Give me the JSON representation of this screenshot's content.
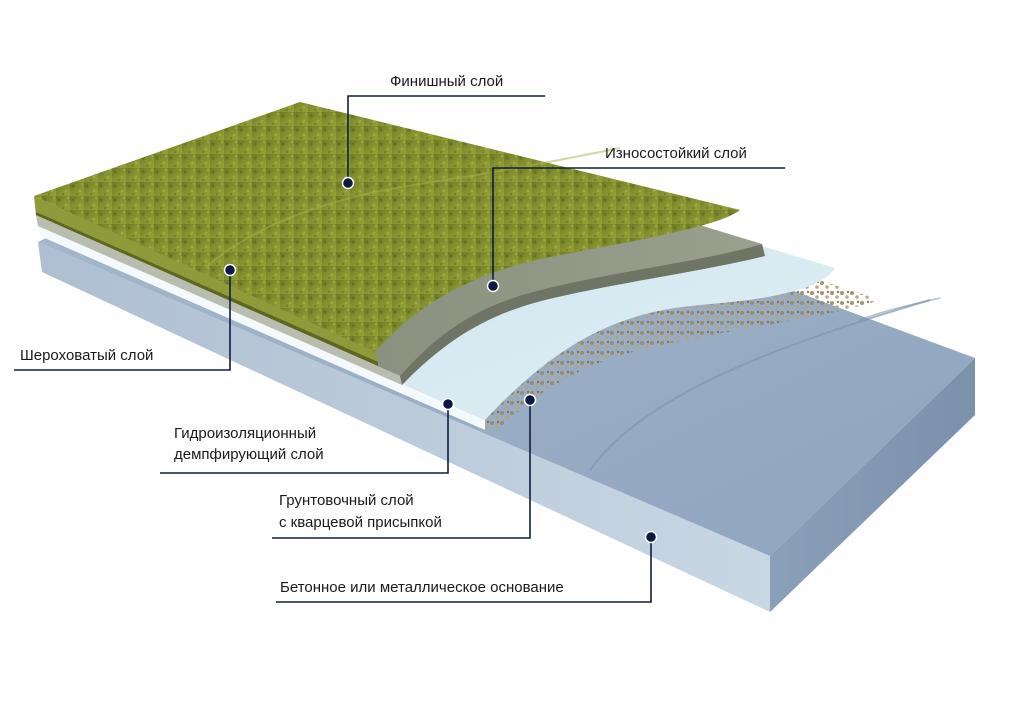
{
  "labels": {
    "finish": "Финишный слой",
    "wear": "Износостойкий слой",
    "rough": "Шероховатый слой",
    "waterproof_1": "Гидроизоляционный",
    "waterproof_2": "демпфирующий слой",
    "primer_1": "Грунтовочный слой",
    "primer_2": "с кварцевой присыпкой",
    "base": "Бетонное или металлическое основание"
  },
  "colors": {
    "leader": "#101d3e",
    "marker": "#0d1940",
    "finish_layer": "#7d8a2a",
    "wear_layer": "#8e9580",
    "waterproof_layer": "#cfe5ef",
    "primer_sand": "#a3906a",
    "base": "#9fb2c8"
  }
}
